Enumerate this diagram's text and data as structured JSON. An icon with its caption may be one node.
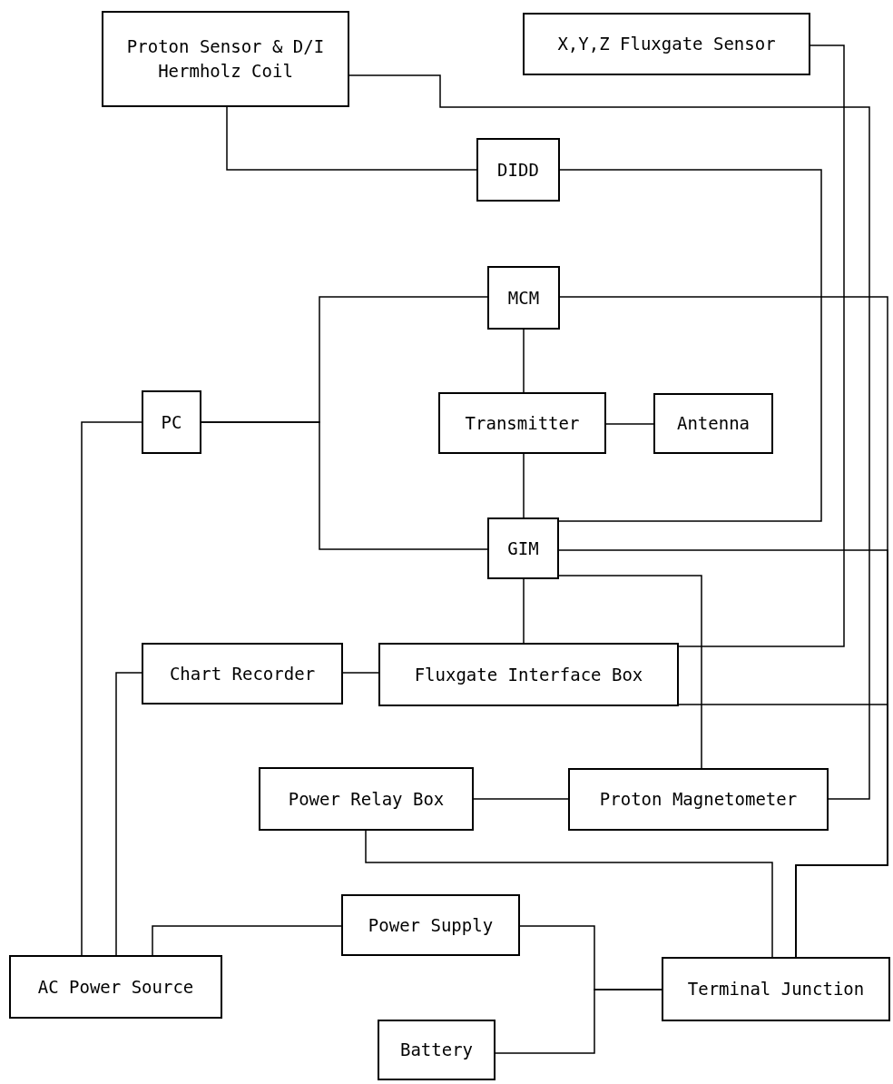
{
  "diagram": {
    "nodes": [
      {
        "text": [
          "Proton Sensor & D/I Hermholz Coil"
        ]
      },
      {
        "text": [
          "X,Y,Z Fluxgate Sensor"
        ]
      },
      {
        "text": [
          "DIDD"
        ]
      },
      {
        "text": [
          "MCM"
        ]
      },
      {
        "text": [
          "PC"
        ]
      },
      {
        "text": [
          "Transmitter"
        ]
      },
      {
        "text": [
          "Antenna"
        ]
      },
      {
        "text": [
          "GIM"
        ]
      },
      {
        "text": [
          "Chart Recorder"
        ]
      },
      {
        "text": [
          "Fluxgate Interface Box"
        ]
      },
      {
        "text": [
          "Power Relay Box"
        ]
      },
      {
        "text": [
          "Proton Magnetometer"
        ]
      },
      {
        "text": [
          "Power Supply"
        ]
      },
      {
        "text": [
          "AC Power Source"
        ]
      },
      {
        "text": [
          "Battery"
        ]
      },
      {
        "text": [
          "Terminal Junction"
        ]
      }
    ],
    "edges": [
      {
        "from": 0,
        "to": 2,
        "arrow": "none"
      },
      {
        "from": 0,
        "to": 11,
        "arrow": "none"
      },
      {
        "from": 1,
        "to": 9,
        "arrow": "none"
      },
      {
        "from": 2,
        "to": 7,
        "arrow": "none"
      },
      {
        "from": 4,
        "to": 3,
        "arrow": "none"
      },
      {
        "from": 4,
        "to": 7,
        "arrow": "none"
      },
      {
        "from": 3,
        "to": 5,
        "arrow": "none"
      },
      {
        "from": 5,
        "to": 6,
        "arrow": "none"
      },
      {
        "from": 5,
        "to": 7,
        "arrow": "none"
      },
      {
        "from": 3,
        "to": 15,
        "arrow": "none"
      },
      {
        "from": 7,
        "to": 15,
        "arrow": "none"
      },
      {
        "from": 9,
        "to": 15,
        "arrow": "none"
      },
      {
        "from": 7,
        "to": 9,
        "arrow": "none"
      },
      {
        "from": 7,
        "to": 11,
        "arrow": "none"
      },
      {
        "from": 8,
        "to": 9,
        "arrow": "none"
      },
      {
        "from": 8,
        "to": 13,
        "arrow": "none"
      },
      {
        "from": 4,
        "to": 13,
        "arrow": "none"
      },
      {
        "from": 10,
        "to": 11,
        "arrow": "none"
      },
      {
        "from": 10,
        "to": 15,
        "arrow": "none"
      },
      {
        "from": 13,
        "to": 12,
        "arrow": "none"
      },
      {
        "from": 12,
        "to": 15,
        "arrow": "none"
      },
      {
        "from": 14,
        "to": 15,
        "arrow": "none"
      }
    ]
  }
}
